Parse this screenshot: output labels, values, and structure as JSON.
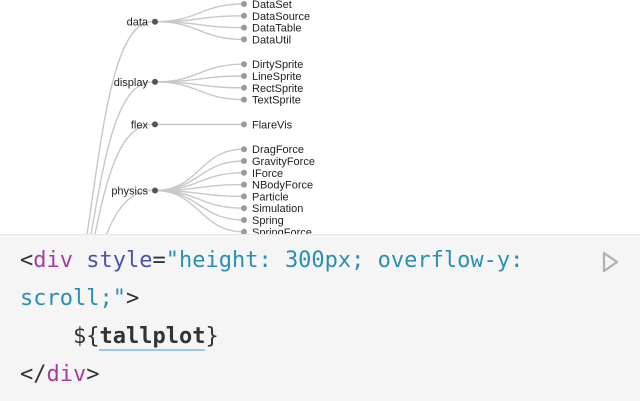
{
  "tree": {
    "groups": [
      {
        "label": "data",
        "children": [
          "DataSet",
          "DataSource",
          "DataTable",
          "DataUtil"
        ]
      },
      {
        "label": "display",
        "children": [
          "DirtySprite",
          "LineSprite",
          "RectSprite",
          "TextSprite"
        ]
      },
      {
        "label": "flex",
        "children": [
          "FlareVis"
        ]
      },
      {
        "label": "physics",
        "children": [
          "DragForce",
          "GravityForce",
          "IForce",
          "NBodyForce",
          "Particle",
          "Simulation",
          "Spring",
          "SpringForce"
        ]
      }
    ]
  },
  "code": {
    "line1": {
      "open": "<",
      "tag": "div",
      "attr": "style",
      "eq": "=",
      "value_part1": "\"height: 300px; overflow-y:"
    },
    "line2": {
      "value_part2": "scroll;\"",
      "close": ">"
    },
    "line3": {
      "indent": "    ",
      "interp_open": "${",
      "interp_name": "tallplot",
      "interp_close": "}"
    },
    "line4": {
      "close_tag_open": "</",
      "tag": "div",
      "close": ">"
    }
  },
  "icons": {
    "run": "play-icon"
  },
  "colors": {
    "tag": "#a23fa0",
    "attr": "#4a55a8",
    "string": "#2a8fb3",
    "code_background": "#f5f5f5",
    "link": "#c8c8c8",
    "interp_underline": "#9dc6e6"
  }
}
